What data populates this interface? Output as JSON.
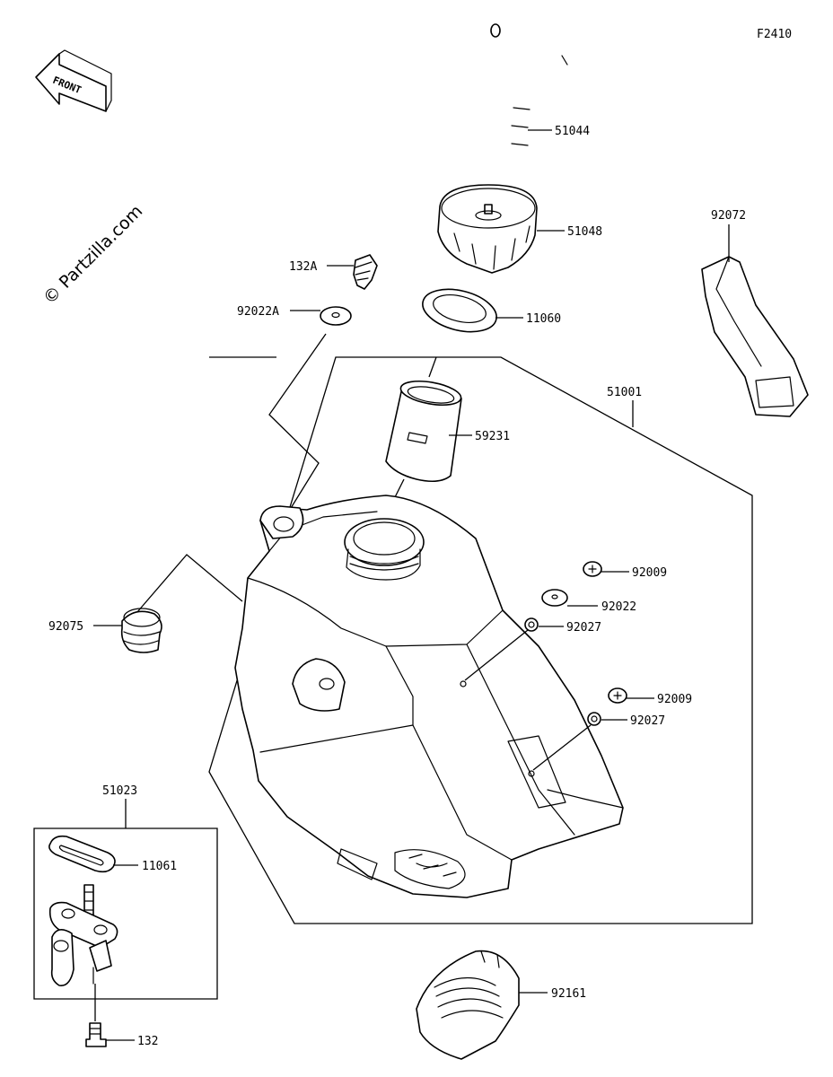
{
  "figure_code": "F2410",
  "watermark": "© Partzilla.com",
  "front_label": "FRONT",
  "parts": {
    "p51044": "51044",
    "p51048": "51048",
    "p92072": "92072",
    "p132A": "132A",
    "p92022A": "92022A",
    "p11060": "11060",
    "p51001": "51001",
    "p59231": "59231",
    "p92009a": "92009",
    "p92022": "92022",
    "p92027a": "92027",
    "p92075": "92075",
    "p92009b": "92009",
    "p92027b": "92027",
    "p51023": "51023",
    "p11061": "11061",
    "p132": "132",
    "p92161": "92161"
  }
}
